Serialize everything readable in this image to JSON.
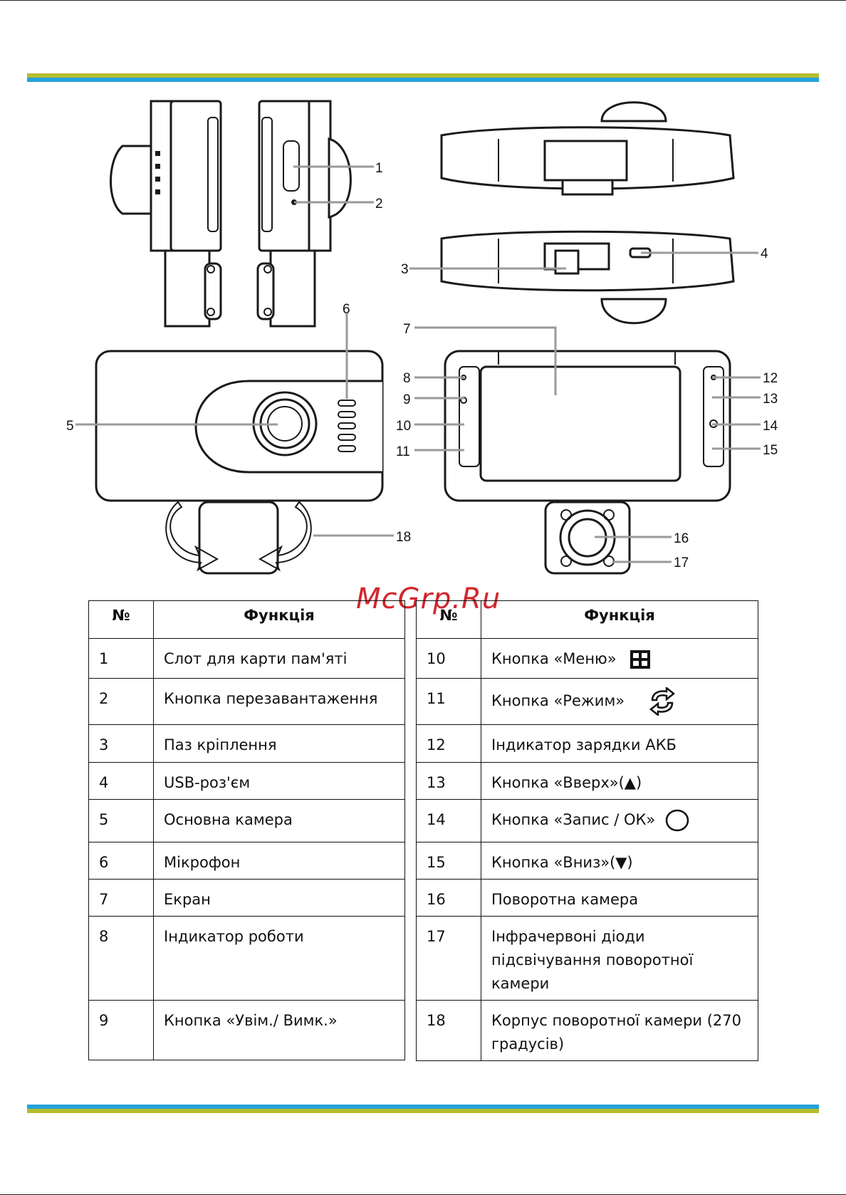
{
  "watermark": "McGrp.Ru",
  "diagram_labels": [
    "1",
    "2",
    "3",
    "4",
    "5",
    "6",
    "7",
    "8",
    "9",
    "10",
    "11",
    "12",
    "13",
    "14",
    "15",
    "16",
    "17",
    "18"
  ],
  "table_left": {
    "header": {
      "num": "№",
      "func": "Функція"
    },
    "rows": [
      {
        "num": "1",
        "func": "Слот для карти пам'яті"
      },
      {
        "num": "2",
        "func": "Кнопка перезавантаження"
      },
      {
        "num": "3",
        "func": "Паз кріплення"
      },
      {
        "num": "4",
        "func": "USB-роз'єм"
      },
      {
        "num": "5",
        "func": "Основна камера"
      },
      {
        "num": "6",
        "func": "Мікрофон"
      },
      {
        "num": "7",
        "func": "Екран"
      },
      {
        "num": "8",
        "func": "Індикатор роботи"
      },
      {
        "num": "9",
        "func": "Кнопка «Увім./ Вимк.»"
      }
    ]
  },
  "table_right": {
    "header": {
      "num": "№",
      "func": "Функція"
    },
    "rows": [
      {
        "num": "10",
        "func": "Кнопка «Меню»",
        "icon": "menu-grid-icon"
      },
      {
        "num": "11",
        "func": "Кнопка «Режим»",
        "icon": "mode-cycle-icon"
      },
      {
        "num": "12",
        "func": "Індикатор зарядки АКБ"
      },
      {
        "num": "13",
        "func": "Кнопка «Вверх»(▲)"
      },
      {
        "num": "14",
        "func": "Кнопка «Запис / ОК»",
        "icon": "circle-ok-icon"
      },
      {
        "num": "15",
        "func": "Кнопка «Вниз»(▼)"
      },
      {
        "num": "16",
        "func": "Поворотна камера"
      },
      {
        "num": "17",
        "func": "Інфрачервоні діоди підсвічування поворотної камери"
      },
      {
        "num": "18",
        "func": "Корпус поворотної камери (270 градусів)"
      }
    ]
  },
  "colors": {
    "stripe_lime": "#b5bd2e",
    "stripe_blue": "#26a3dc",
    "watermark": "#d2262c"
  }
}
